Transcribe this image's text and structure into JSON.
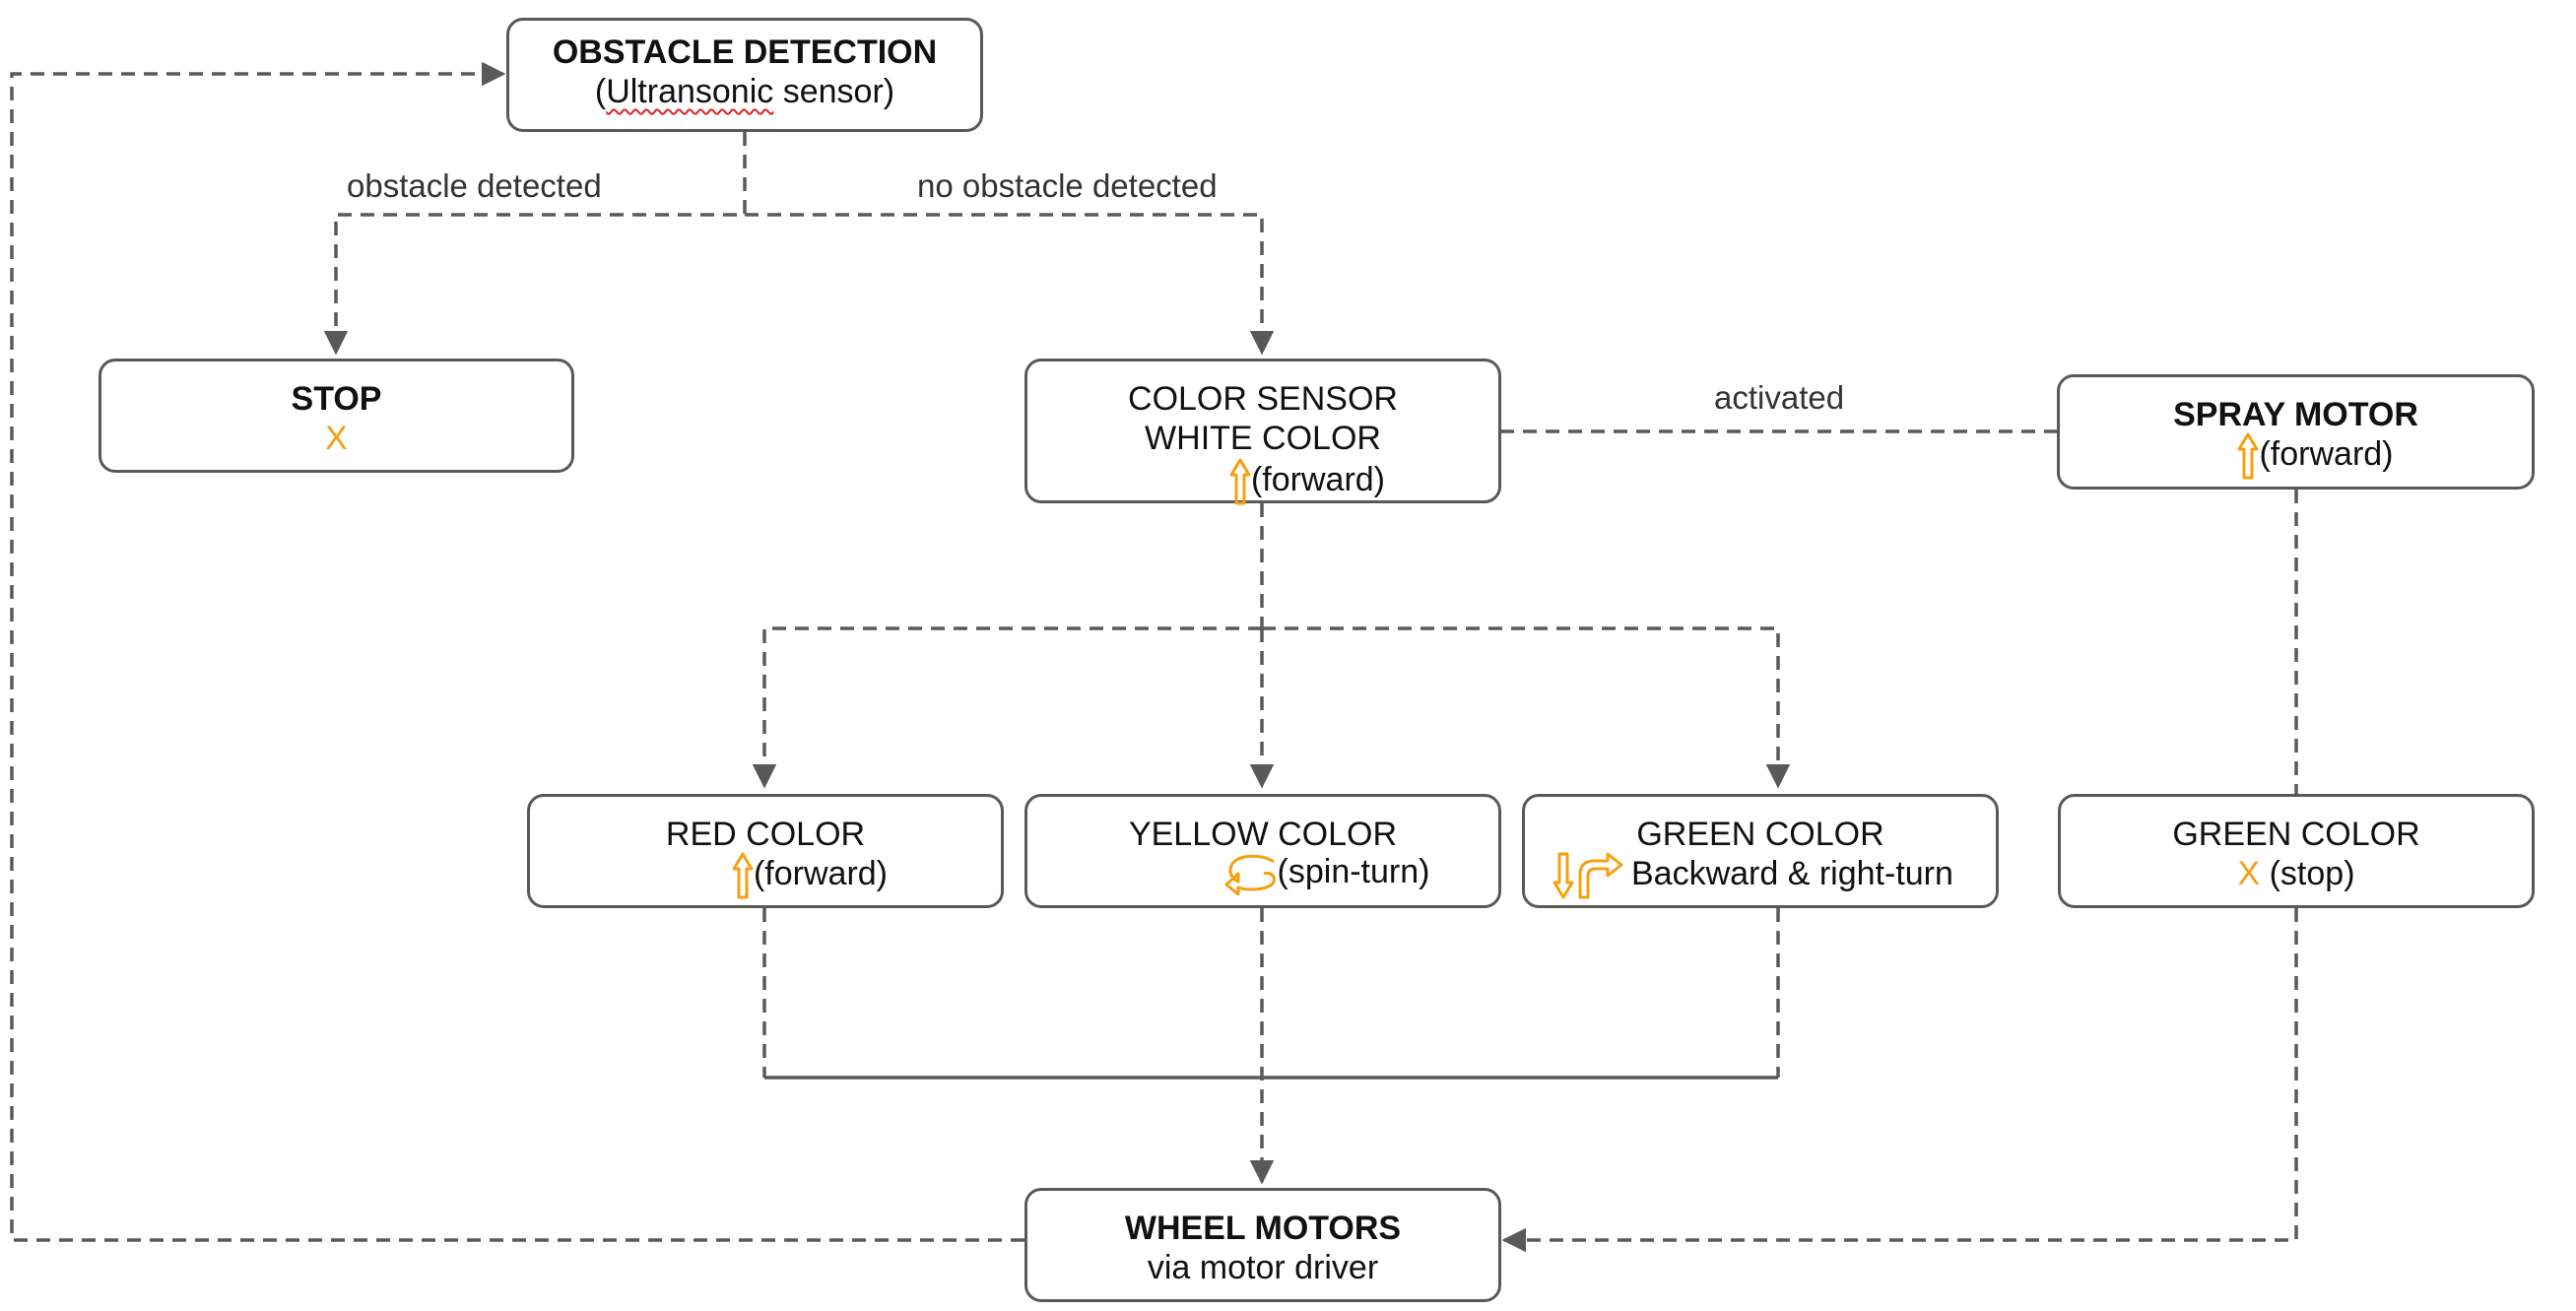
{
  "colors": {
    "line": "#595959",
    "accent": "#f5a00f",
    "text": "#111111"
  },
  "nodes": {
    "obstacle": {
      "title": "OBSTACLE DETECTION",
      "subtitle_open": "(",
      "subtitle_word": "Ultransonic",
      "subtitle_rest": " sensor)"
    },
    "stop": {
      "title": "STOP",
      "symbol": "X"
    },
    "color_sensor": {
      "line1": "COLOR SENSOR",
      "line2": "WHITE COLOR",
      "action": "(forward)",
      "icon": "up-arrow-icon"
    },
    "spray": {
      "title": "SPRAY MOTOR",
      "action": "(forward)",
      "icon": "up-arrow-icon"
    },
    "red": {
      "title": "RED COLOR",
      "action": "(forward)",
      "icon": "up-arrow-icon"
    },
    "yellow": {
      "title": "YELLOW COLOR",
      "action": "(spin-turn)",
      "icon": "u-turn-arrow-icon"
    },
    "green": {
      "title": "GREEN COLOR",
      "action": "Backward & right-turn",
      "icons": [
        "down-arrow-icon",
        "right-turn-arrow-icon"
      ]
    },
    "green_spray": {
      "title": "GREEN COLOR",
      "symbol": "X",
      "action": " (stop)"
    },
    "wheels": {
      "title": "WHEEL MOTORS",
      "subtitle": "via motor driver"
    }
  },
  "edge_labels": {
    "obstacle_detected": "obstacle detected",
    "no_obstacle_detected": "no obstacle detected",
    "activated": "activated"
  }
}
